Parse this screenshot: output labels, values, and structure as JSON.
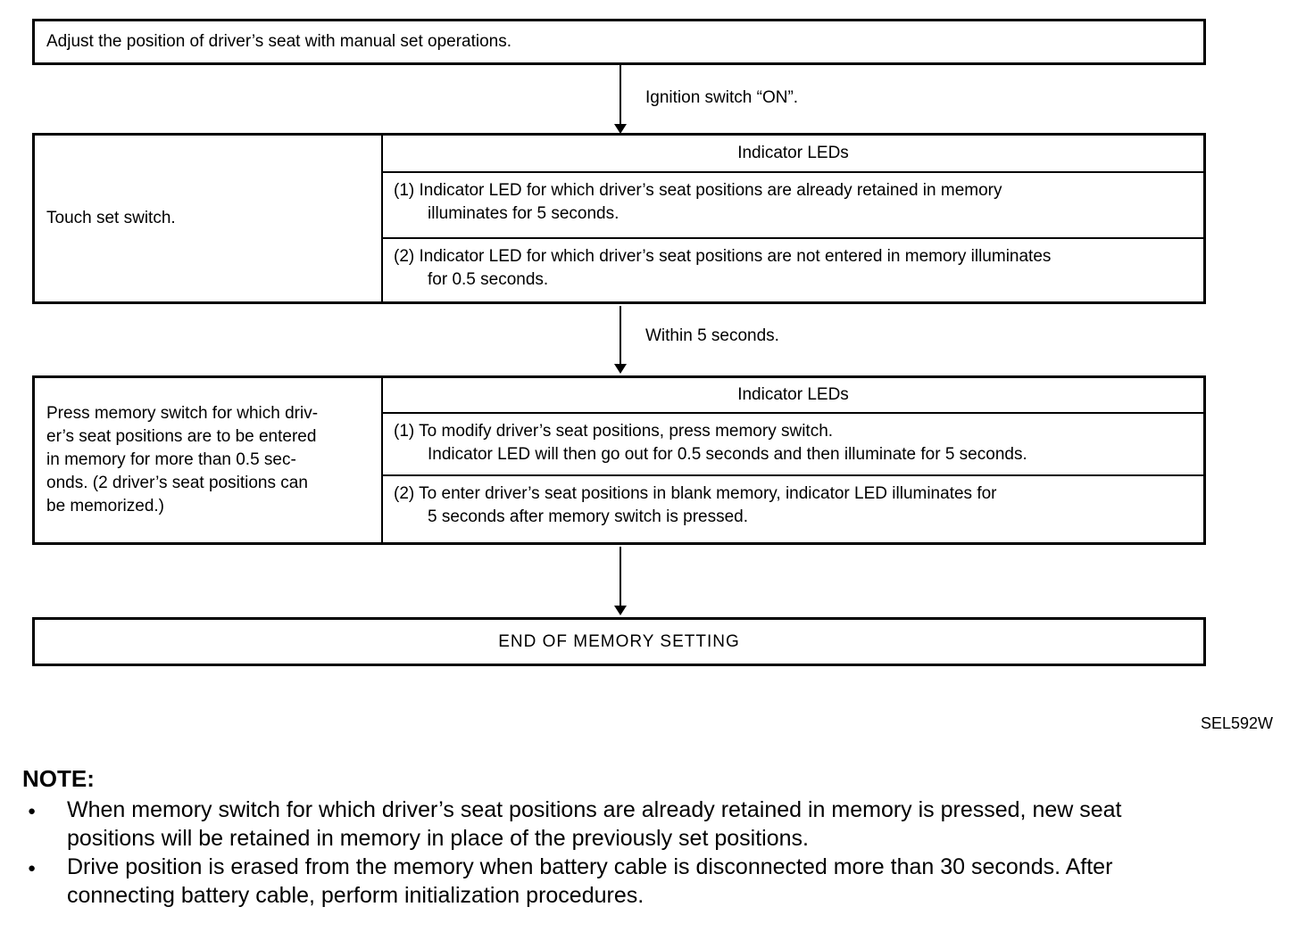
{
  "flowchart": {
    "step1_text": "Adjust the position of driver’s seat with manual set operations.",
    "arrow1_label": "Ignition switch “ON”.",
    "step2": {
      "action": "Touch set switch.",
      "led_header": "Indicator LEDs",
      "led1": "(1) Indicator LED for which driver’s seat positions are already retained in memory\nilluminates for 5 seconds.",
      "led2": "(2) Indicator LED for which driver’s seat positions are not entered in memory illuminates\nfor 0.5 seconds."
    },
    "arrow2_label": "Within 5 seconds.",
    "step3": {
      "action": "Press memory switch for which driv-\ner’s seat positions are to be entered\nin memory for more than 0.5 sec-\nonds. (2 driver’s seat positions can\nbe memorized.)",
      "led_header": "Indicator LEDs",
      "led1": "(1) To modify driver’s seat positions, press memory switch.\nIndicator LED will then go out for 0.5 seconds and then illuminate for 5 seconds.",
      "led2": "(2) To enter driver’s seat positions in blank memory, indicator LED illuminates for\n5 seconds after memory switch is pressed."
    },
    "end_text": "END OF MEMORY SETTING"
  },
  "figure_code": "SEL592W",
  "note": {
    "heading": "NOTE:",
    "bullet": "●",
    "items": [
      "When memory switch for which driver’s seat positions are already retained in memory is pressed, new seat\npositions will be retained in memory in place of the previously set positions.",
      "Drive position is erased from the memory when battery cable is disconnected more than 30 seconds. After\nconnecting battery cable, perform initialization procedures."
    ]
  }
}
